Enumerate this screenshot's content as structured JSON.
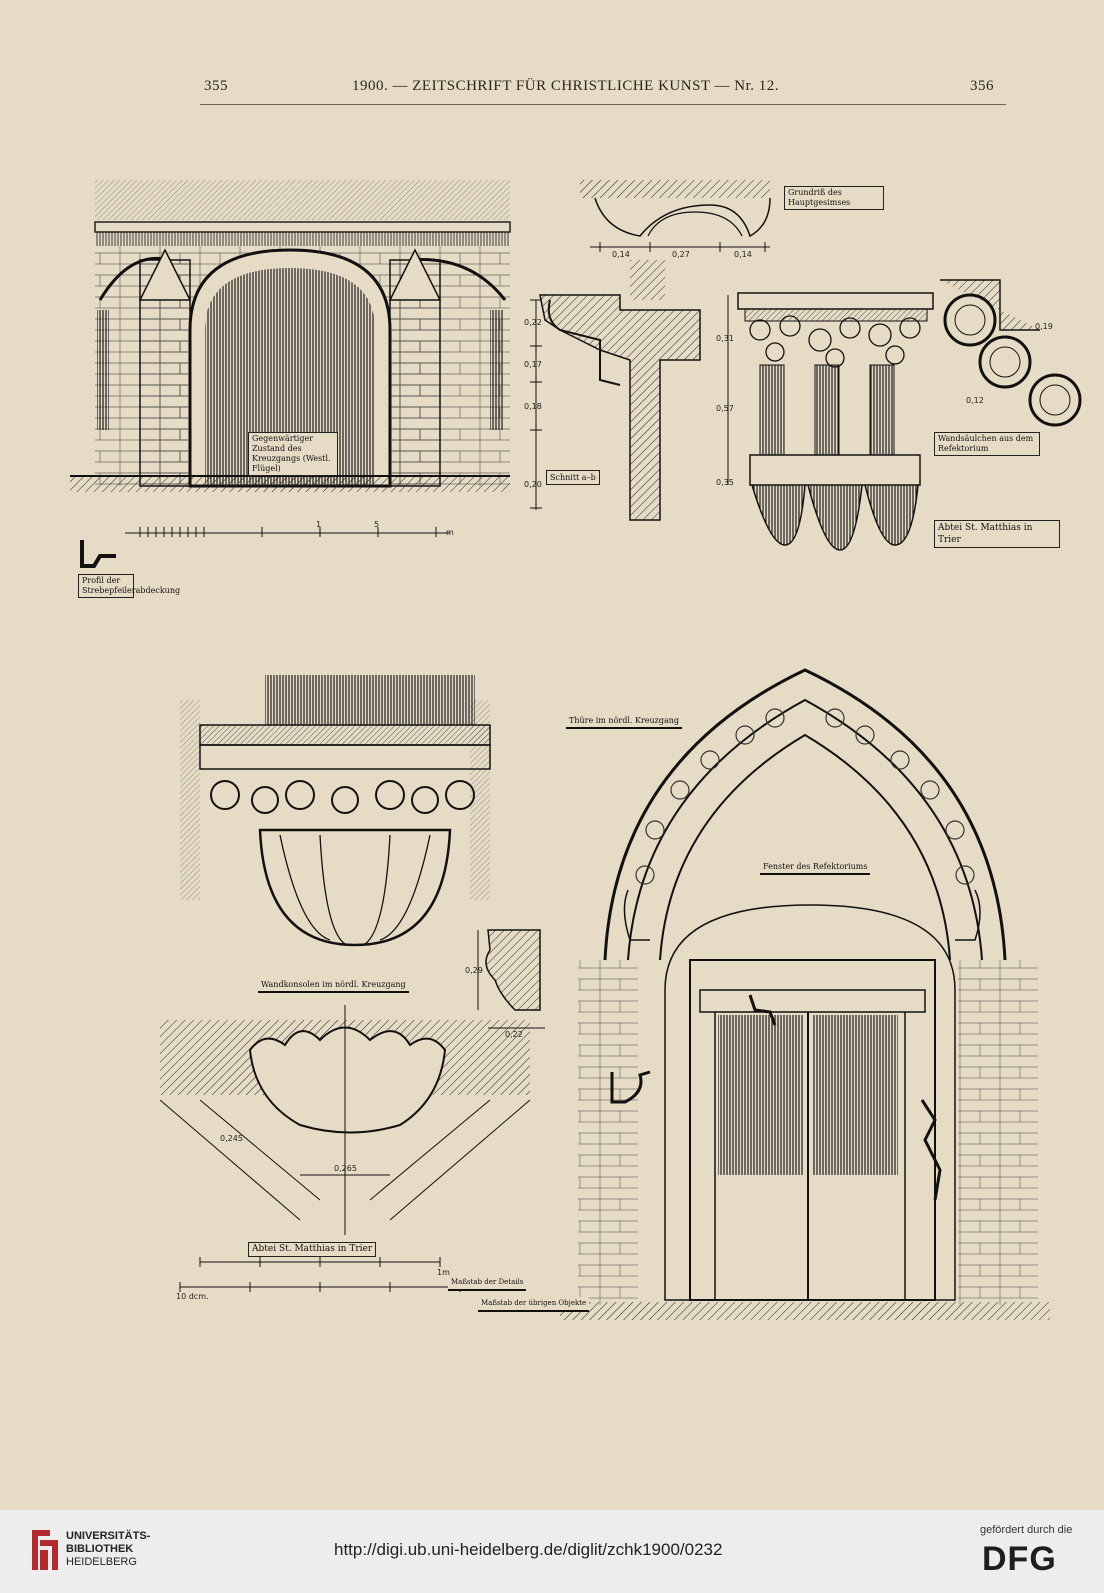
{
  "header": {
    "page_left": "355",
    "center": "1900. — ZEITSCHRIFT FÜR CHRISTLICHE KUNST — Nr. 12.",
    "page_right": "356"
  },
  "labels": {
    "former_state": "Gegenwärtiger Zustand des Kreuzgangs (Westl. Flügel)",
    "profile_buttress": "Profil der Strebepfeilerabdeckung",
    "plan_main_cornice": "Grundriß des Hauptgesimses",
    "section_ab": "Schnitt a–b",
    "wall_columns": "Wandsäulchen aus dem Refektorium",
    "abbey_top": "Abtei St. Matthias in Trier",
    "door_north": "Thüre im nördl. Kreuzgang",
    "window_refectory": "Fenster des Refektoriums",
    "wall_consoles": "Wandkonsolen im nördl. Kreuzgang",
    "abbey_bottom": "Abtei St. Matthias in Trier",
    "scale_details": "Maßstab der Details",
    "scale_cloister": "Maßstab der übrigen Objekte"
  },
  "dims": {
    "d1": "0,14",
    "d2": "0,27",
    "d3": "0,14",
    "h1": "0,22",
    "h2": "0,17",
    "h3": "0,18",
    "h4": "0,20",
    "c1": "0,31",
    "c2": "0,57",
    "c3": "0,35",
    "p1": "0,19",
    "p2": "0,12",
    "k1": "0,29",
    "k2": "0,22",
    "k3": "0,265",
    "k4": "0,245",
    "scale_m": "m",
    "scale_1": "1",
    "scale_5": "5",
    "scale_10dm": "10 dcm.",
    "scale_1m": "1m"
  },
  "footer": {
    "library_line1": "UNIVERSITÄTS-",
    "library_line2": "BIBLIOTHEK",
    "library_line3": "HEIDELBERG",
    "url": "http://digi.ub.uni-heidelberg.de/diglit/zchk1900/0232",
    "funded_by": "gefördert durch die",
    "dfg": "DFG"
  }
}
